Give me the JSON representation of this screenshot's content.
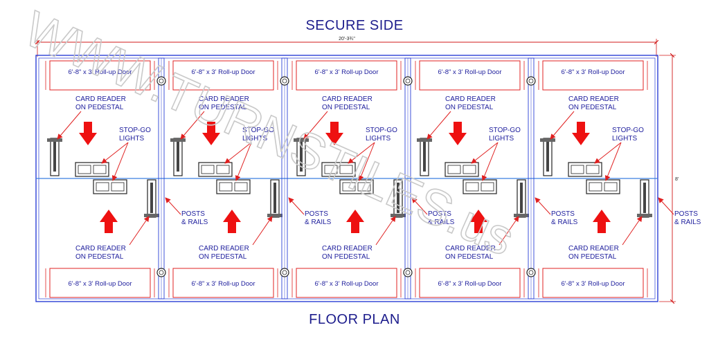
{
  "titles": {
    "top": "SECURE SIDE",
    "bottom": "FLOOR PLAN"
  },
  "dimensions": {
    "width": "20'-3¾\"",
    "height": "8'"
  },
  "lane_count": 5,
  "labels": {
    "door": "6'-8\" x 3' Roll-up Door",
    "card_reader_line1": "CARD READER",
    "card_reader_line2": "ON PEDESTAL",
    "stop_go_line1": "STOP-GO",
    "stop_go_line2": "LIGHTS",
    "posts_line1": "POSTS",
    "posts_line2": "& RAILS"
  },
  "watermark": "WWW.TURNSTILES.us",
  "colors": {
    "title": "#1c1c8c",
    "frame_blue": "#2a3fd6",
    "door_red": "#e02020",
    "arrow_red": "#ee1111",
    "label_blue": "#1c1c9c",
    "watermark": "#c9c9c9"
  }
}
